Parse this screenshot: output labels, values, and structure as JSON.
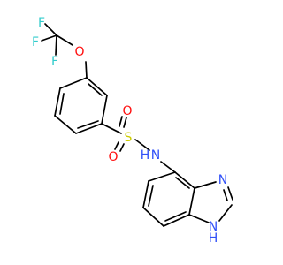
{
  "molecule": {
    "atoms": {
      "F1": {
        "label": "F"
      },
      "F2": {
        "label": "F"
      },
      "F3": {
        "label": "F"
      },
      "O_ether": {
        "label": "O"
      },
      "S": {
        "label": "S"
      },
      "O_s1": {
        "label": "O"
      },
      "O_s2": {
        "label": "O"
      },
      "NH": {
        "label": "N",
        "h": "H"
      },
      "N_ring": {
        "label": "N"
      },
      "NH_ring": {
        "label": "N",
        "h": "H"
      }
    },
    "colors": {
      "bond": "#000000",
      "F": "#33cccc",
      "O": "#ff0d0d",
      "S": "#cccc00",
      "N": "#3050f8"
    }
  }
}
